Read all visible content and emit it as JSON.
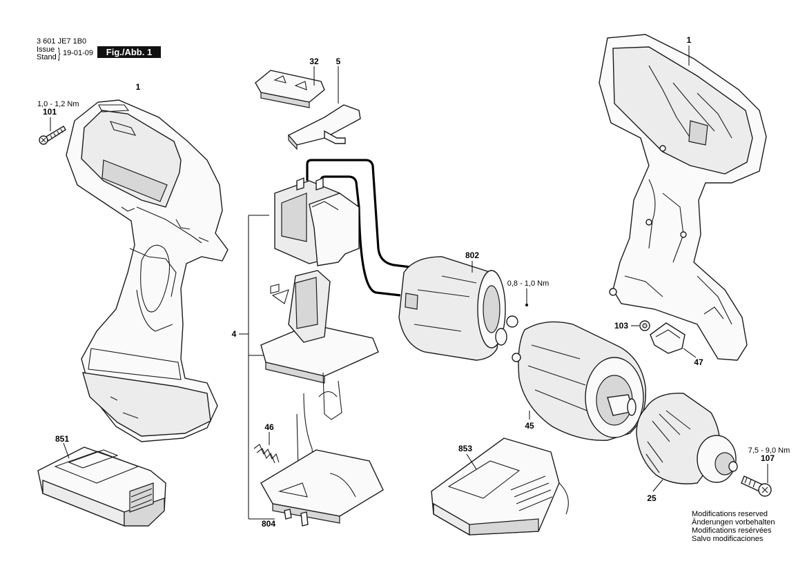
{
  "header": {
    "doc_number": "3 601 JE7 1B0",
    "issue_label": "Issue",
    "stand_label": "Stand",
    "date": "19-01-09",
    "figure": "Fig./Abb. 1"
  },
  "parts": {
    "housing_left": "1",
    "housing_right": "1",
    "screw_101": "101",
    "torque_101": "1,0 - 1,2 Nm",
    "slider_32": "32",
    "switch_5": "5",
    "motor_802": "802",
    "torque_802": "0,8 - 1,0 Nm",
    "switch_assembly_4": "4",
    "spring_46": "46",
    "board_804": "804",
    "gearbox_45": "45",
    "nut_103": "103",
    "cap_47": "47",
    "battery_851": "851",
    "charger_853": "853",
    "chuck_25": "25",
    "screw_107": "107",
    "torque_107": "7,5 - 9,0 Nm"
  },
  "footer": {
    "line1": "Modifications reserved",
    "line2": "Änderungen vorbehalten",
    "line3": "Modifications resérvées",
    "line4": "Salvo modificaciones"
  }
}
